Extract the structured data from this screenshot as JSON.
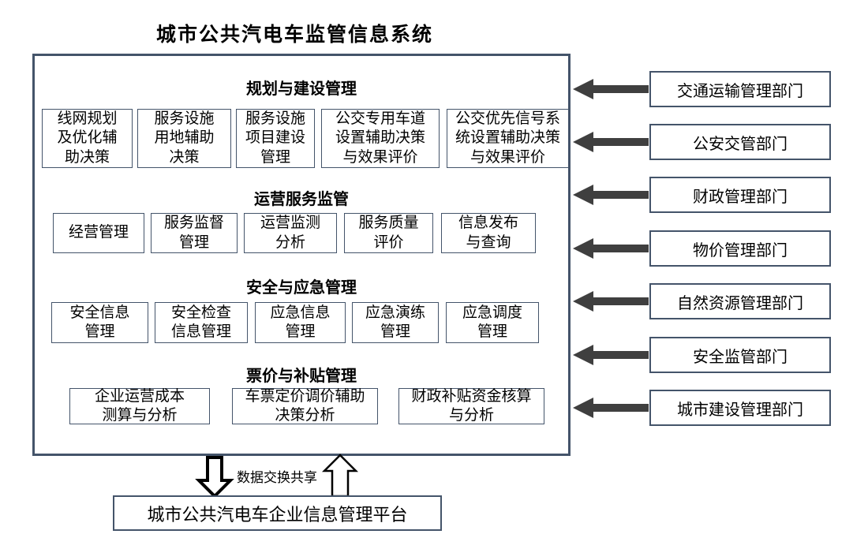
{
  "title": "城市公共汽电车监管信息系统",
  "main_system": {
    "sections": [
      {
        "header": "规划与建设管理",
        "modules": [
          "线网规划\n及优化辅\n助决策",
          "服务设施\n用地辅助\n决策",
          "服务设施\n项目建设\n管理",
          "公交专用车道\n设置辅助决策\n与效果评价",
          "公交优先信号系\n统设置辅助决策\n与效果评价"
        ]
      },
      {
        "header": "运营服务监管",
        "modules": [
          "经营管理",
          "服务监督\n管理",
          "运营监测\n分析",
          "服务质量\n评价",
          "信息发布\n与查询"
        ]
      },
      {
        "header": "安全与应急管理",
        "modules": [
          "安全信息\n管理",
          "安全检查\n信息管理",
          "应急信息\n管理",
          "应急演练\n管理",
          "应急调度\n管理"
        ]
      },
      {
        "header": "票价与补贴管理",
        "modules": [
          "企业运营成本\n测算与分析",
          "车票定价调价辅助\n决策分析",
          "财政补贴资金核算\n与分析"
        ]
      }
    ]
  },
  "departments": [
    "交通运输管理部门",
    "公安交管部门",
    "财政管理部门",
    "物价管理部门",
    "自然资源管理部门",
    "安全监管部门",
    "城市建设管理部门"
  ],
  "data_exchange_label": "数据交换共享",
  "platform_label": "城市公共汽电车企业信息管理平台",
  "colors": {
    "border": "#44546a",
    "arrow": "#3f3f3f",
    "text": "#000000",
    "background": "#ffffff"
  }
}
